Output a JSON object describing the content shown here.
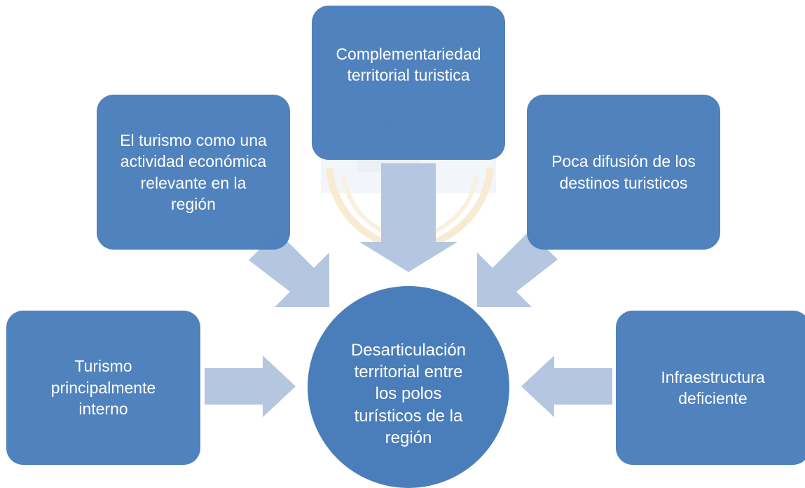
{
  "colors": {
    "box_fill": "#4a7ebb",
    "arrow_fill": "#b4c6e0",
    "text": "#ffffff"
  },
  "diagram": {
    "center": "Desarticulación\nterritorial entre\nlos polos\nturísticos de la\nregión",
    "causes": [
      {
        "id": "top",
        "text": "Complementariedad\nterritorial turistica"
      },
      {
        "id": "left-upper",
        "text": "El turismo como una\nactividad económica\nrelevante en la\nregión"
      },
      {
        "id": "right-upper",
        "text": "Poca difusión de los\ndestinos turisticos"
      },
      {
        "id": "left-lower",
        "text": "Turismo\nprincipalmente\ninterno"
      },
      {
        "id": "right-lower",
        "text": "Infraestructura\ndeficiente"
      }
    ]
  }
}
